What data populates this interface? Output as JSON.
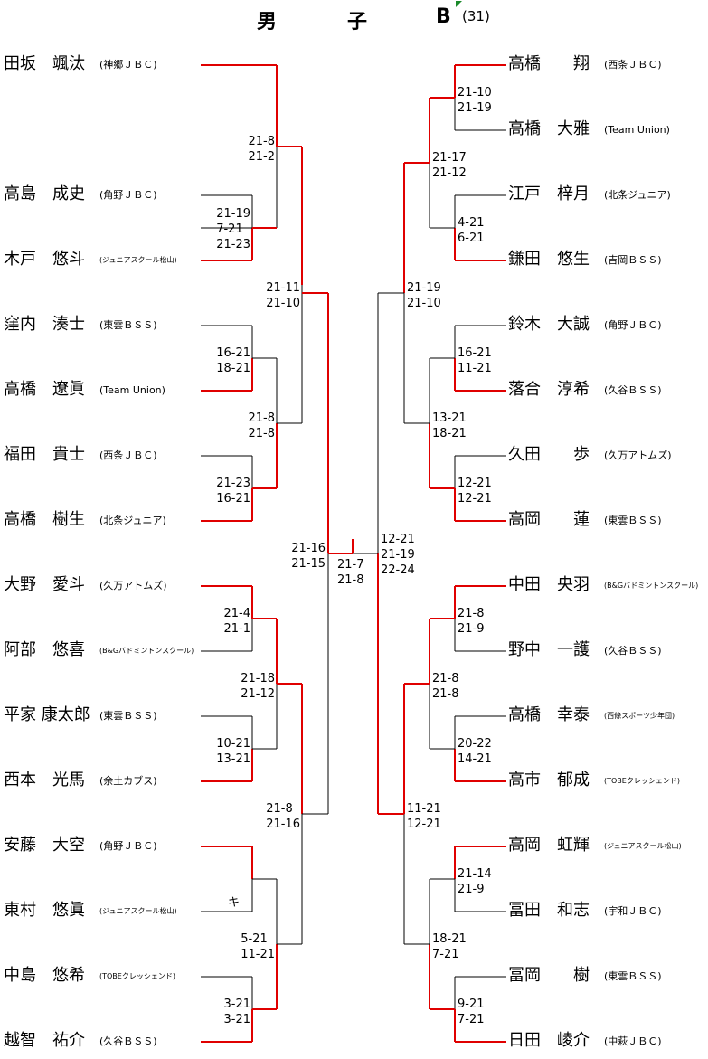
{
  "header": {
    "c1": "男",
    "c2": "子",
    "c3": "B",
    "count": "(31)"
  },
  "left_players": [
    {
      "name": "田坂　颯汰",
      "team": "(神郷ＪＢＣ)"
    },
    {
      "name": "高島　成史",
      "team": "(角野ＪＢＣ)"
    },
    {
      "name": "木戸　悠斗",
      "team": "(ジュニアスクール松山)",
      "small": true
    },
    {
      "name": "窪内　湊士",
      "team": "(東雲ＢＳＳ)"
    },
    {
      "name": "高橋　遼眞",
      "team": "(Team Union)"
    },
    {
      "name": "福田　貴士",
      "team": "(西条ＪＢＣ)"
    },
    {
      "name": "高橋　樹生",
      "team": "(北条ジュニア)"
    },
    {
      "name": "大野　愛斗",
      "team": "(久万アトムズ)"
    },
    {
      "name": "阿部　悠喜",
      "team": "(B&Gバドミントンスクール)",
      "small": true
    },
    {
      "name": "平家 康太郎",
      "team": "(東雲ＢＳＳ)"
    },
    {
      "name": "西本　光馬",
      "team": "(余土カブス)"
    },
    {
      "name": "安藤　大空",
      "team": "(角野ＪＢＣ)"
    },
    {
      "name": "東村　悠眞",
      "team": "(ジュニアスクール松山)",
      "small": true
    },
    {
      "name": "中島　悠希",
      "team": "(TOBEクレッシェンド)",
      "small": true
    },
    {
      "name": "越智　祐介",
      "team": "(久谷ＢＳＳ)"
    }
  ],
  "right_players": [
    {
      "name": "高橋　　翔",
      "team": "(西条ＪＢＣ)"
    },
    {
      "name": "高橋　大雅",
      "team": "(Team Union)"
    },
    {
      "name": "江戸　梓月",
      "team": "(北条ジュニア)"
    },
    {
      "name": "鎌田　悠生",
      "team": "(吉岡ＢＳＳ)"
    },
    {
      "name": "鈴木　大誠",
      "team": "(角野ＪＢＣ)"
    },
    {
      "name": "落合　淳希",
      "team": "(久谷ＢＳＳ)"
    },
    {
      "name": "久田　　歩",
      "team": "(久万アトムズ)"
    },
    {
      "name": "高岡　　蓮",
      "team": "(東雲ＢＳＳ)"
    },
    {
      "name": "中田　央羽",
      "team": "(B&Gバドミントンスクール)",
      "small": true
    },
    {
      "name": "野中　一護",
      "team": "(久谷ＢＳＳ)"
    },
    {
      "name": "高橋　幸泰",
      "team": "(西條スポーツ少年団)",
      "small": true
    },
    {
      "name": "高市　郁成",
      "team": "(TOBEクレッシェンド)",
      "small": true
    },
    {
      "name": "高岡　虹輝",
      "team": "(ジュニアスクール松山)",
      "small": true
    },
    {
      "name": "冨田　和志",
      "team": "(宇和ＪＢＣ)"
    },
    {
      "name": "冨岡　　樹",
      "team": "(東雲ＢＳＳ)"
    },
    {
      "name": "日田　崚介",
      "team": "(中萩ＪＢＣ)"
    }
  ],
  "left_scores": [
    "21-8\n21-2",
    "21-19\n7-21\n21-23",
    "21-11\n21-10",
    "16-21\n18-21",
    "21-8\n21-8",
    "21-23\n16-21",
    "21-16\n21-15",
    "21-4\n21-1",
    "21-18\n21-12",
    "10-21\n13-21",
    "21-8\n21-16",
    "キ",
    "5-21\n11-21",
    "3-21\n3-21"
  ],
  "right_scores": [
    "21-10\n21-19",
    "21-17\n21-12",
    "4-21\n6-21",
    "21-19\n21-10",
    "16-21\n11-21",
    "13-21\n18-21",
    "12-21\n12-21",
    "21-8\n21-9",
    "21-8\n21-8",
    "20-22\n14-21",
    "11-21\n12-21",
    "21-14\n21-9",
    "18-21\n7-21",
    "9-21\n7-21"
  ],
  "final": {
    "semi_score": "21-7\n21-8",
    "final_score": "12-21\n21-19\n22-24"
  },
  "colors": {
    "win": "#e00000",
    "lose": "#000000",
    "flag": "#1a8a2a"
  }
}
